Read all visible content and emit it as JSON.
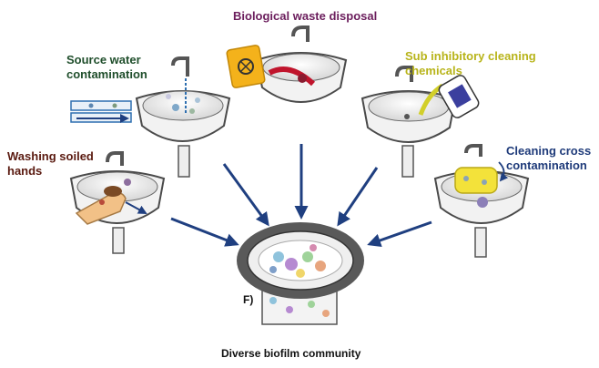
{
  "labels": {
    "source_water": "Source water\ncontamination",
    "biological_waste": "Biological waste disposal",
    "sub_inhibitory": "Sub inhibitory cleaning\nchemicals",
    "washing_hands": "Washing soiled\nhands",
    "cleaning_cross": "Cleaning cross\ncontamination",
    "panel_letter": "F)",
    "bottom_caption": "Diverse biofilm community"
  },
  "colors": {
    "source_label": "#1f4e2b",
    "bio_label": "#6b1d5c",
    "sub_label": "#b8b41a",
    "wash_label": "#5a1a10",
    "cross_label": "#1f3b7a",
    "arrow": "#1f3f80",
    "sink_outline": "#4a4a4a",
    "sink_fill": "#f2f2f2",
    "drain": "#555555"
  },
  "icons": [
    "sink-icon",
    "faucet-icon",
    "biohazard-bag-icon",
    "detergent-bottle-icon",
    "sponge-icon",
    "hand-icon",
    "water-pipe-icon",
    "drain-icon"
  ]
}
